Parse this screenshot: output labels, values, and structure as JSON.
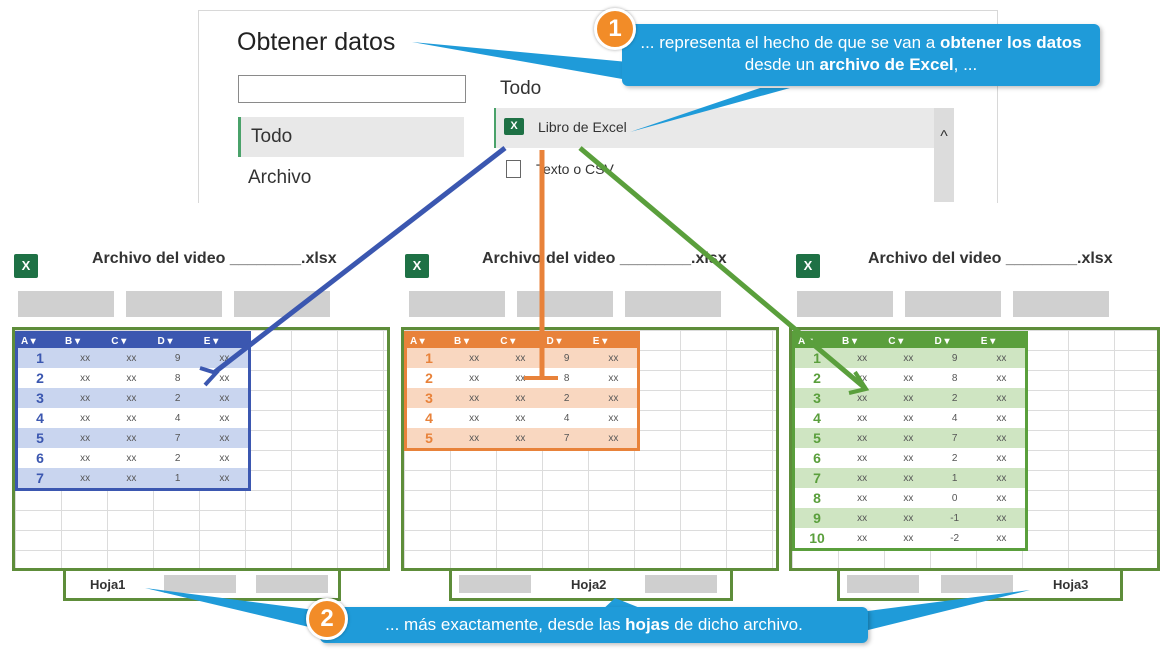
{
  "dialog": {
    "title": "Obtener datos",
    "search_value": "",
    "categories": [
      {
        "label": "Todo",
        "selected": true
      },
      {
        "label": "Archivo",
        "selected": false
      }
    ],
    "right_header": "Todo",
    "items": [
      {
        "label": "Libro de Excel",
        "icon": "excel-icon",
        "selected": true
      },
      {
        "label": "Texto o CSV",
        "icon": "text-file-icon",
        "selected": false
      }
    ]
  },
  "callout1": {
    "number": "1",
    "text_before": "... representa el hecho de que se van a ",
    "bold1": "obtener los datos",
    "text_mid": " desde un ",
    "bold2": "archivo de Excel",
    "text_after": ", ..."
  },
  "callout2": {
    "number": "2",
    "text_before": "... más exactamente, desde las ",
    "bold1": "hojas",
    "text_after": " de dicho archivo."
  },
  "workbooks": [
    {
      "title": "Archivo del video ________.xlsx",
      "sheet": "Hoja1",
      "color": "#3b57b0",
      "light": "#c9d5ef"
    },
    {
      "title": "Archivo del video ________.xlsx",
      "sheet": "Hoja2",
      "color": "#e8823a",
      "light": "#f9d7c0"
    },
    {
      "title": "Archivo del video ________.xlsx",
      "sheet": "Hoja3",
      "color": "#5a9f3c",
      "light": "#cfe5c2"
    }
  ],
  "tables": {
    "headers": [
      "A",
      "B",
      "C",
      "D",
      "E"
    ],
    "t1": [
      [
        "1",
        "xx",
        "xx",
        "9",
        "xx"
      ],
      [
        "2",
        "xx",
        "xx",
        "8",
        "xx"
      ],
      [
        "3",
        "xx",
        "xx",
        "2",
        "xx"
      ],
      [
        "4",
        "xx",
        "xx",
        "4",
        "xx"
      ],
      [
        "5",
        "xx",
        "xx",
        "7",
        "xx"
      ],
      [
        "6",
        "xx",
        "xx",
        "2",
        "xx"
      ],
      [
        "7",
        "xx",
        "xx",
        "1",
        "xx"
      ]
    ],
    "t2": [
      [
        "1",
        "xx",
        "xx",
        "9",
        "xx"
      ],
      [
        "2",
        "xx",
        "xx",
        "8",
        "xx"
      ],
      [
        "3",
        "xx",
        "xx",
        "2",
        "xx"
      ],
      [
        "4",
        "xx",
        "xx",
        "4",
        "xx"
      ],
      [
        "5",
        "xx",
        "xx",
        "7",
        "xx"
      ]
    ],
    "t3": [
      [
        "1",
        "xx",
        "xx",
        "9",
        "xx"
      ],
      [
        "2",
        "xx",
        "xx",
        "8",
        "xx"
      ],
      [
        "3",
        "xx",
        "xx",
        "2",
        "xx"
      ],
      [
        "4",
        "xx",
        "xx",
        "4",
        "xx"
      ],
      [
        "5",
        "xx",
        "xx",
        "7",
        "xx"
      ],
      [
        "6",
        "xx",
        "xx",
        "2",
        "xx"
      ],
      [
        "7",
        "xx",
        "xx",
        "1",
        "xx"
      ],
      [
        "8",
        "xx",
        "xx",
        "0",
        "xx"
      ],
      [
        "9",
        "xx",
        "xx",
        "-1",
        "xx"
      ],
      [
        "10",
        "xx",
        "xx",
        "-2",
        "xx"
      ]
    ]
  },
  "icons": {
    "excel_letter": "X",
    "scroll_up": "^"
  },
  "colors": {
    "callout_bg": "#1f9bd9",
    "badge": "#f28c28",
    "frame_green": "#5e8d3a"
  }
}
